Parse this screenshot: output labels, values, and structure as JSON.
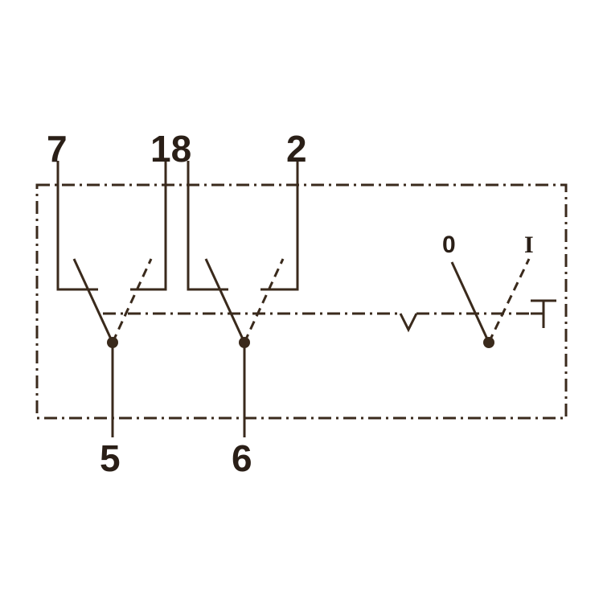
{
  "terminals": {
    "t7": "7",
    "t18": "18",
    "t2": "2",
    "t5": "5",
    "t6": "6"
  },
  "positions": {
    "off": "0",
    "on": "I"
  },
  "colors": {
    "line": "#3a2a1c",
    "text": "#2a1f17",
    "background": "#ffffff"
  }
}
